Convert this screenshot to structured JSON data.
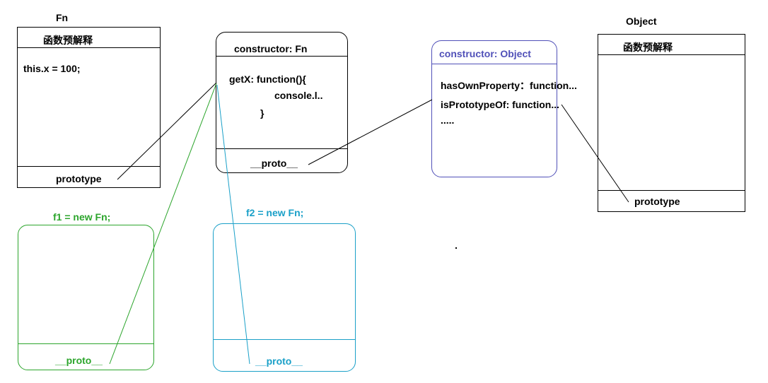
{
  "colors": {
    "black": "#000000",
    "green": "#2ca52c",
    "cyan": "#1aa0c8",
    "purple": "#5050b8"
  },
  "fn_box": {
    "title": "Fn",
    "header": "函数预解释",
    "body": "this.x = 100;",
    "footer": "prototype"
  },
  "fn_prototype": {
    "header": "constructor: Fn",
    "lines": [
      "getX: function(){",
      "console.l..",
      "}"
    ],
    "footer": "__proto__"
  },
  "object_prototype": {
    "header": "constructor: Object",
    "lines": [
      "hasOwnProperty：function...",
      "isPrototypeOf: function...",
      "....."
    ]
  },
  "object_box": {
    "title": "Object",
    "header": "函数预解释",
    "footer": "prototype"
  },
  "f1": {
    "label": "f1 = new Fn;",
    "footer": "__proto__"
  },
  "f2": {
    "label": "f2 = new Fn;",
    "footer": "__proto__"
  }
}
